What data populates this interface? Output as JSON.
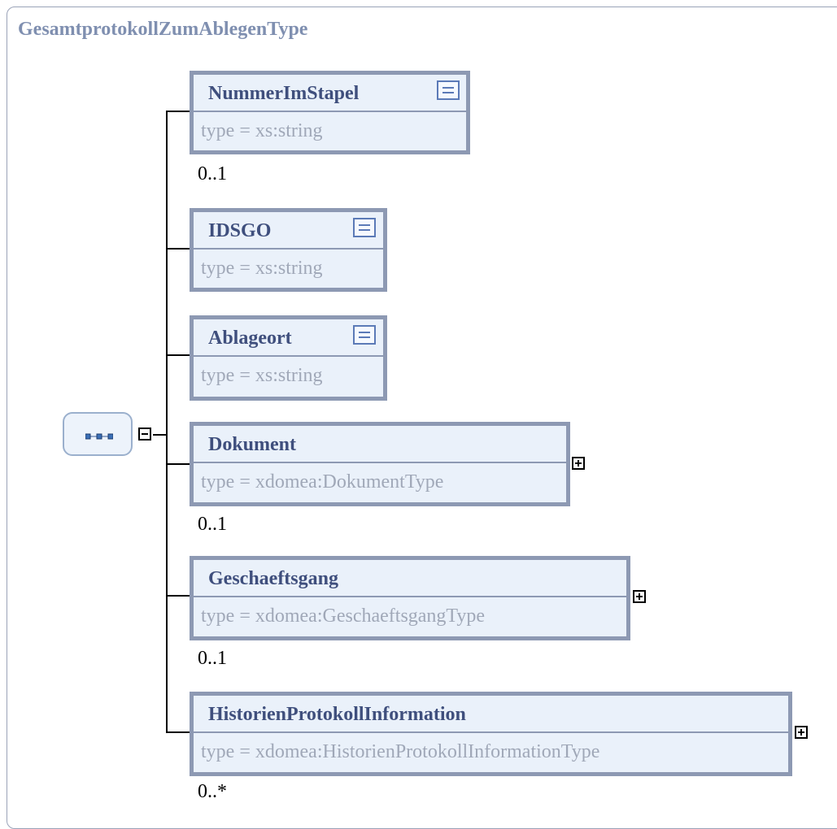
{
  "diagram": {
    "title": "GesamtprotokollZumAblegenType",
    "elements": [
      {
        "name": "NummerImStapel",
        "type": "type  =  xs:string",
        "occurrence": "0..1",
        "has_doc": true,
        "expandable": false
      },
      {
        "name": "IDSGO",
        "type": "type  =  xs:string",
        "occurrence": "",
        "has_doc": true,
        "expandable": false
      },
      {
        "name": "Ablageort",
        "type": "type  =  xs:string",
        "occurrence": "",
        "has_doc": true,
        "expandable": false
      },
      {
        "name": "Dokument",
        "type": "type  =  xdomea:DokumentType",
        "occurrence": "0..1",
        "has_doc": false,
        "expandable": true
      },
      {
        "name": "Geschaeftsgang",
        "type": "type  =  xdomea:GeschaeftsgangType",
        "occurrence": "0..1",
        "has_doc": false,
        "expandable": true
      },
      {
        "name": "HistorienProtokollInformation",
        "type": "type  =  xdomea:HistorienProtokollInformationType",
        "occurrence": "0..*",
        "has_doc": false,
        "expandable": true
      }
    ],
    "compositor": "sequence",
    "colors": {
      "border": "#8d99b3",
      "fill": "#eaf1fa",
      "name": "#3f4f7d",
      "type": "#a0a8b8",
      "title": "#7f8fb0"
    }
  }
}
